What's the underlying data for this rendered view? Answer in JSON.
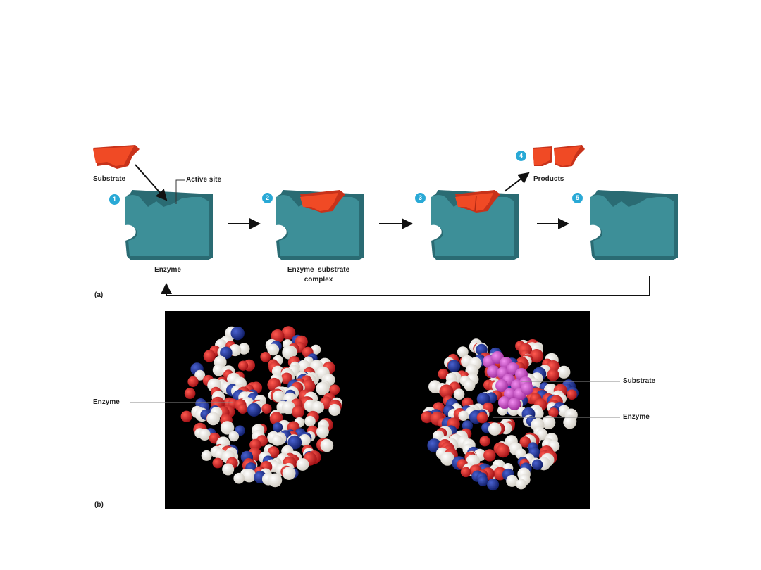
{
  "colors": {
    "enzyme": "#3d8f98",
    "enzyme_dark": "#2a6b73",
    "substrate": "#f04a25",
    "substrate_dark": "#c8321a",
    "step_badge": "#29a9d6",
    "atom_red": "#c8191e",
    "atom_blue": "#1a2e8f",
    "atom_white": "#f4f1ea",
    "atom_magenta": "#c23cc0"
  },
  "panel_a": {
    "label": "(a)",
    "substrate_label": "Substrate",
    "active_site_label": "Active site",
    "enzyme_label": "Enzyme",
    "complex_label_line1": "Enzyme–substrate",
    "complex_label_line2": "complex",
    "products_label": "Products",
    "steps": [
      "1",
      "2",
      "3",
      "4",
      "5"
    ]
  },
  "panel_b": {
    "label": "(b)",
    "left_enzyme_label": "Enzyme",
    "right_substrate_label": "Substrate",
    "right_enzyme_label": "Enzyme"
  }
}
